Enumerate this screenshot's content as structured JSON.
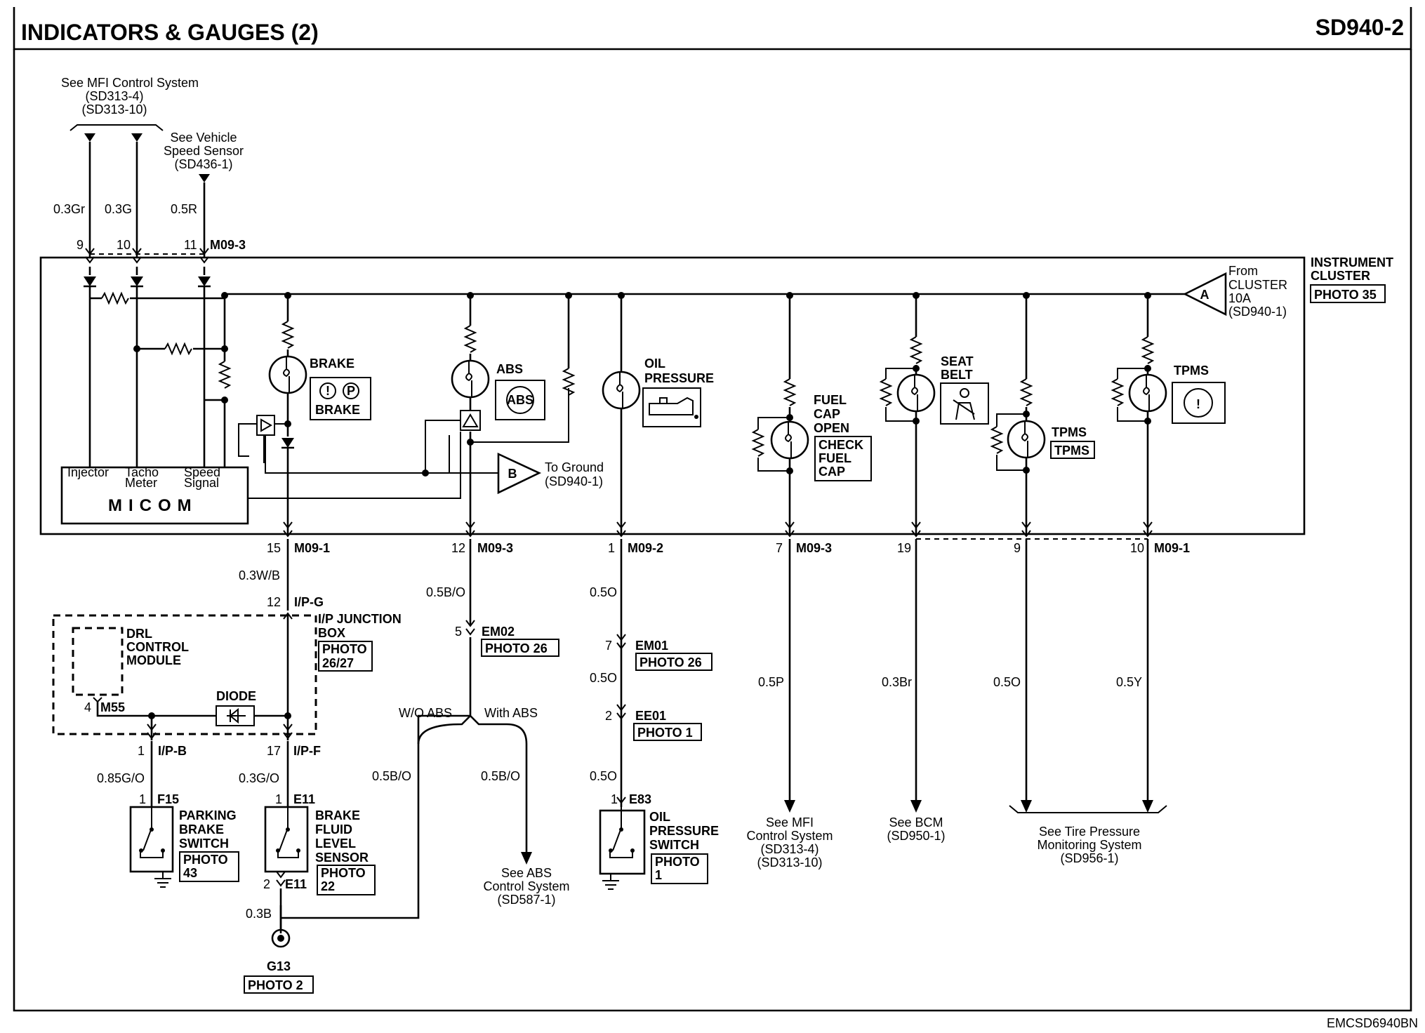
{
  "header": {
    "title": "INDICATORS & GAUGES (2)",
    "code": "SD940-2"
  },
  "footer": {
    "code": "EMCSD6940BN"
  },
  "refs": {
    "mfi_top": [
      "See MFI Control System",
      "(SD313-4)",
      "(SD313-10)"
    ],
    "vss": [
      "See Vehicle",
      "Speed Sensor",
      "(SD436-1)"
    ],
    "abs_ctrl": [
      "See ABS",
      "Control System",
      "(SD587-1)"
    ],
    "mfi_bottom": [
      "See MFI",
      "Control System",
      "(SD313-4)",
      "(SD313-10)"
    ],
    "bcm": [
      "See BCM",
      "(SD950-1)"
    ],
    "tpms": [
      "See Tire Pressure",
      "Monitoring System",
      "(SD956-1)"
    ],
    "from_cluster": [
      "From",
      "CLUSTER",
      "10A",
      "(SD940-1)"
    ],
    "to_ground": [
      "To Ground",
      "(SD940-1)"
    ]
  },
  "cluster": {
    "title": [
      "INSTRUMENT",
      "CLUSTER"
    ],
    "photo": "PHOTO 35",
    "micom": "MICOM",
    "micom_inputs": [
      "Injector",
      "Tacho",
      "Meter",
      "Speed",
      "Signal"
    ],
    "node_a": "A",
    "node_b": "B"
  },
  "wires": {
    "gr": "0.3Gr",
    "g": "0.3G",
    "r": "0.5R",
    "wb": "0.3W/B",
    "bo_1": "0.5B/O",
    "o_1": "0.5O",
    "o_2": "0.5O",
    "o_3": "0.5O",
    "p": "0.5P",
    "br": "0.3Br",
    "o_4": "0.5O",
    "y": "0.5Y",
    "go_085": "0.85G/O",
    "go_03": "0.3G/O",
    "bo_2": "0.5B/O",
    "bo_3": "0.5B/O",
    "b": "0.3B"
  },
  "pins": {
    "p9": "9",
    "p10": "10",
    "p11": "11",
    "m093_top": "M09-3",
    "p15": "15",
    "m091_a": "M09-1",
    "p12": "12",
    "m093_a": "M09-3",
    "p1": "1",
    "m092": "M09-2",
    "p7": "7",
    "m093_b": "M09-3",
    "p19": "19",
    "p9b": "9",
    "p10b": "10",
    "m091_b": "M09-1",
    "p12b": "12",
    "ipg": "I/P-G",
    "p5": "5",
    "em02": "EM02",
    "p7b": "7",
    "em01": "EM01",
    "p2": "2",
    "ee01": "EE01",
    "p4": "4",
    "m55": "M55",
    "p1b": "1",
    "ipb": "I/P-B",
    "p17": "17",
    "ipf": "I/P-F",
    "p1c": "1",
    "f15": "F15",
    "p1d": "1",
    "e11": "E11",
    "p2b": "2",
    "e11b": "E11",
    "p1e": "1",
    "e83": "E83",
    "g13": "G13"
  },
  "photos": {
    "em02": "PHOTO 26",
    "em01": "PHOTO 26",
    "ee01": "PHOTO 1",
    "jbox": [
      "PHOTO",
      "26/27"
    ],
    "parking": [
      "PHOTO",
      "43"
    ],
    "fluid": [
      "PHOTO",
      "22"
    ],
    "oil": [
      "PHOTO",
      "1"
    ],
    "g13": "PHOTO 2"
  },
  "indicators": {
    "brake": "BRAKE",
    "brake_icon": "BRAKE",
    "abs": "ABS",
    "abs_icon": "ABS",
    "oil": [
      "OIL",
      "PRESSURE"
    ],
    "fuel": [
      "FUEL",
      "CAP",
      "OPEN"
    ],
    "fuel_icon": [
      "CHECK",
      "FUEL",
      "CAP"
    ],
    "seat": [
      "SEAT",
      "BELT"
    ],
    "tpms_1": "TPMS",
    "tpms_1_icon": "TPMS",
    "tpms_2": "TPMS"
  },
  "components": {
    "drl": [
      "DRL",
      "CONTROL",
      "MODULE"
    ],
    "jbox": [
      "I/P JUNCTION",
      "BOX"
    ],
    "diode": "DIODE",
    "parking": [
      "PARKING",
      "BRAKE",
      "SWITCH"
    ],
    "fluid": [
      "BRAKE",
      "FLUID",
      "LEVEL",
      "SENSOR"
    ],
    "oilsw": [
      "OIL",
      "PRESSURE",
      "SWITCH"
    ]
  },
  "branches": {
    "wo_abs": "W/O ABS",
    "with_abs": "With ABS"
  }
}
